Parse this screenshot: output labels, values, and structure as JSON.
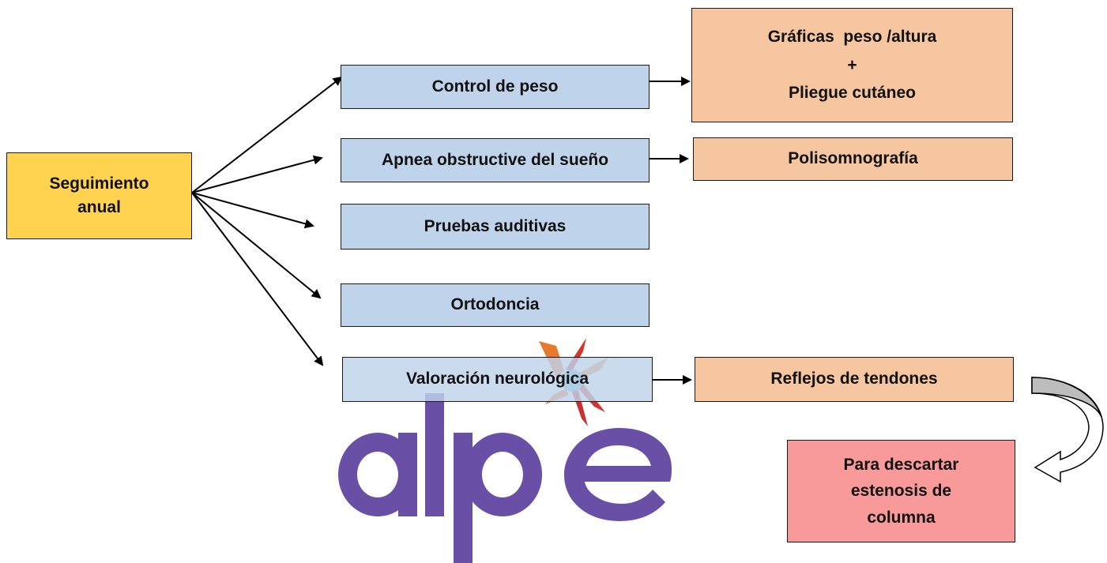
{
  "root": {
    "line1": "Seguimiento",
    "line2": "anual"
  },
  "branches": [
    "Control de peso",
    "Apnea obstructive del sueño",
    "Pruebas auditivas",
    "Ortodoncia",
    "Valoración neurológica"
  ],
  "outcomes": {
    "weight": {
      "line1": "Gráficas  peso /altura",
      "line2": "+",
      "line3": "Pliegue cutáneo"
    },
    "apnea": "Polisomnografía",
    "neuro": "Reflejos de tendones"
  },
  "conclusion": {
    "line1": "Para descartar",
    "line2": "estenosis de",
    "line3": "columna"
  },
  "logo": {
    "text": "alpe"
  },
  "colors": {
    "root": "#ffd24f",
    "branch": "#bfd3ea",
    "outcome": "#f6c6a0",
    "conclusion": "#f89a9a",
    "logo": "#6a4fa6"
  }
}
